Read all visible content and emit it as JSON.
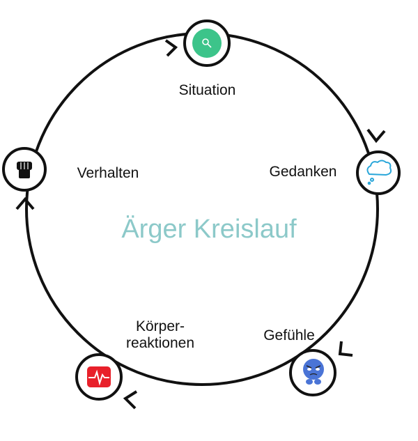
{
  "title": "Ärger Kreislauf",
  "nodes": {
    "situation": {
      "label": "Situation",
      "icon": "magnifier-icon",
      "color": "#3cc48a"
    },
    "gedanken": {
      "label": "Gedanken",
      "icon": "thought-cloud-icon",
      "color": "#29a6d9"
    },
    "gefuehle": {
      "label": "Gefühle",
      "icon": "angry-face-icon",
      "color": "#4a74d6"
    },
    "koerper": {
      "label_line1": "Körper-",
      "label_line2": "reaktionen",
      "icon": "heartbeat-icon",
      "color": "#e8202a"
    },
    "verhalten": {
      "label": "Verhalten",
      "icon": "fist-icon",
      "color": "#111111"
    }
  }
}
